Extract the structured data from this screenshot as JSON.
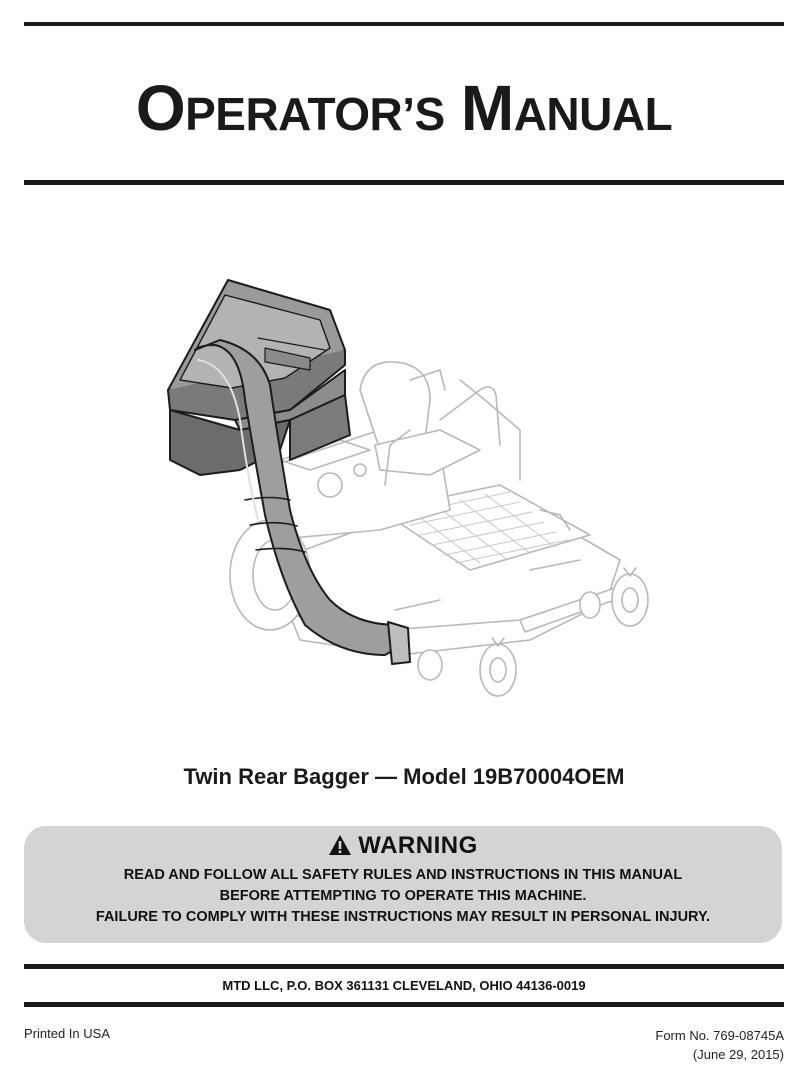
{
  "header": {
    "title_o": "O",
    "title_perator": "PERATOR",
    "title_apostrophe_s": "’S",
    "title_m": "M",
    "title_anual": "ANUAL"
  },
  "product": {
    "model_line": "Twin Rear Bagger — Model 19B70004OEM"
  },
  "warning": {
    "icon": "warning-triangle-icon",
    "heading": "WARNING",
    "lines": [
      "READ AND FOLLOW ALL SAFETY RULES AND INSTRUCTIONS IN THIS MANUAL",
      "BEFORE ATTEMPTING TO OPERATE THIS MACHINE.",
      "FAILURE TO COMPLY WITH THESE INSTRUCTIONS MAY RESULT IN PERSONAL INJURY."
    ],
    "box_color": "#d4d4d4"
  },
  "footer": {
    "address": "MTD LLC, P.O. BOX 361131 CLEVELAND, OHIO 44136-0019",
    "printed": "Printed In USA",
    "form_no": "Form No. 769-08745A",
    "date": "(June 29, 2015)"
  }
}
